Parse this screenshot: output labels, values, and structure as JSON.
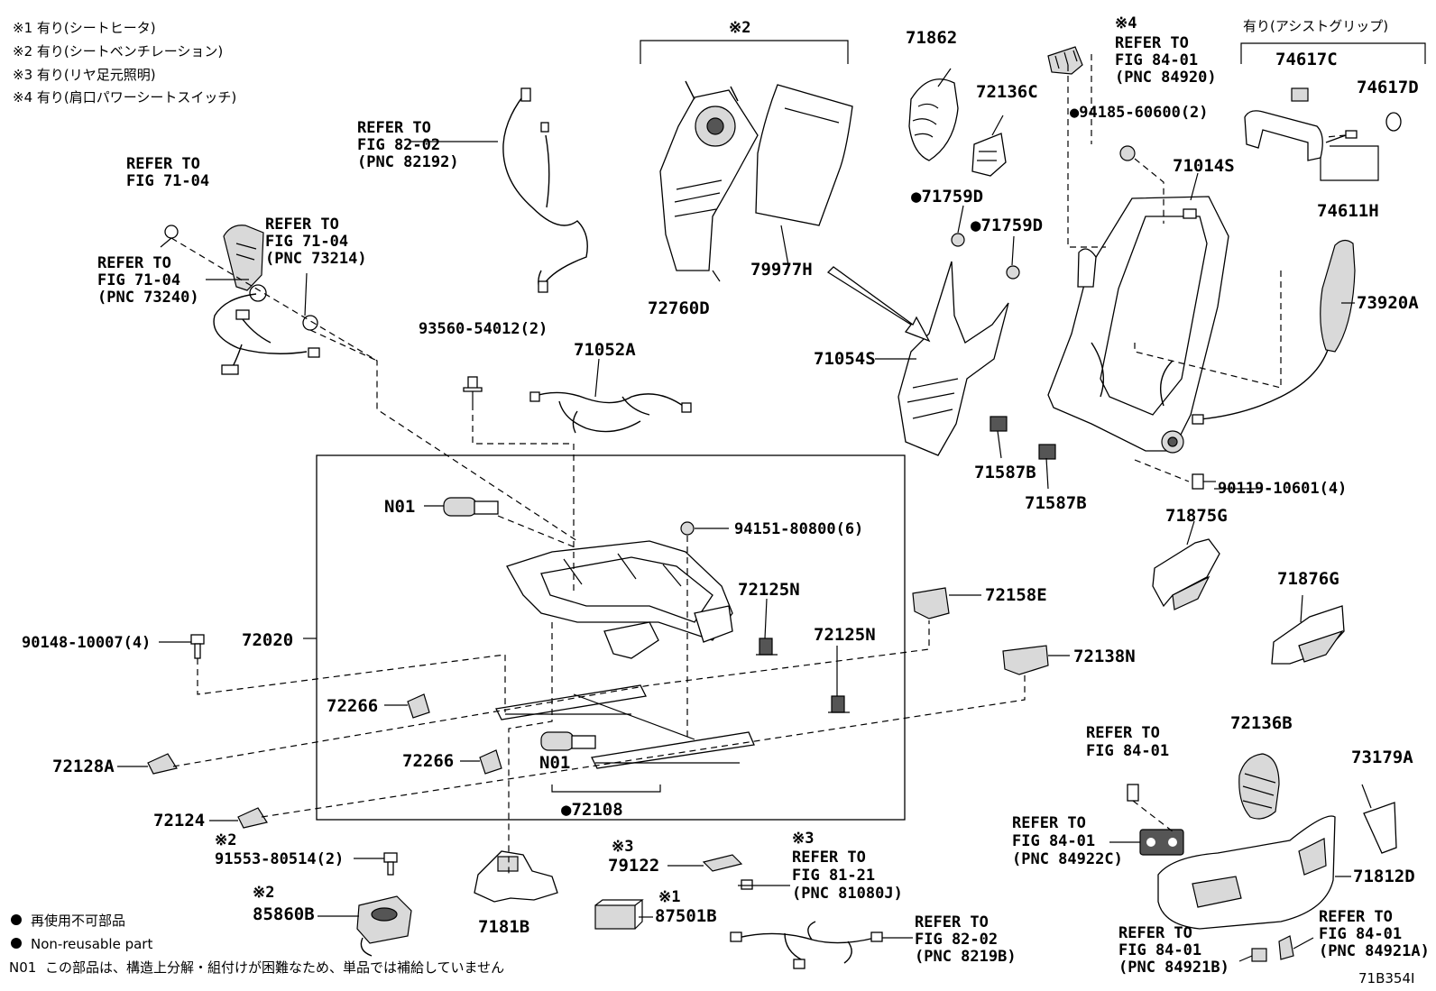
{
  "notes": {
    "n1": "※1  有り(シートヒータ)",
    "n2": "※2  有り(シートベンチレーション)",
    "n3": "※3  有り(リヤ足元照明)",
    "n4": "※4  有り(肩口パワーシートスイッチ)"
  },
  "legend": {
    "nonreusable_jp": "再使用不可部品",
    "nonreusable_en": "Non-reusable part",
    "n01_code": "N01",
    "n01_text": "この部品は、構造上分解・組付けが困難なため、単品では補給していません"
  },
  "figure_code": "71B354I",
  "assist_grip_note": "有り(アシストグリップ)",
  "mark_x2": "※2",
  "mark_x4": "※4",
  "refs": {
    "r82_02a": [
      "REFER TO",
      "FIG 82-02",
      "(PNC 82192)"
    ],
    "r71_04a": [
      "REFER TO",
      "FIG 71-04"
    ],
    "r71_04b": [
      "REFER TO",
      "FIG 71-04",
      "(PNC 73214)"
    ],
    "r71_04c": [
      "REFER TO",
      "FIG 71-04",
      "(PNC 73240)"
    ],
    "r84_01a": [
      "REFER TO",
      "FIG 84-01",
      "(PNC 84920)"
    ],
    "r84_01b": [
      "REFER TO",
      "FIG 84-01"
    ],
    "r84_01c": [
      "REFER TO",
      "FIG 84-01",
      "(PNC 84922C)"
    ],
    "r84_01d": [
      "REFER TO",
      "FIG 84-01",
      "(PNC 84921B)"
    ],
    "r84_01e": [
      "REFER TO",
      "FIG 84-01",
      "(PNC 84921A)"
    ],
    "r81_21": [
      "REFER TO",
      "FIG 81-21",
      "(PNC 81080J)"
    ],
    "r82_02b": [
      "REFER TO",
      "FIG 82-02",
      "(PNC 8219B)"
    ]
  },
  "parts": {
    "p71862": "71862",
    "p72136C": "72136C",
    "p94185": "●94185-60600(2)",
    "p74617C": "74617C",
    "p74617D": "74617D",
    "p71014S": "71014S",
    "p74611H": "74611H",
    "p73920A": "73920A",
    "p71759D_a": "●71759D",
    "p71759D_b": "●71759D",
    "p72760D": "72760D",
    "p79977H": "79977H",
    "p71054S": "71054S",
    "p93560": "93560-54012(2)",
    "p71052A": "71052A",
    "p71587B_a": "71587B",
    "p71587B_b": "71587B",
    "p90119": "90119-10601(4)",
    "p71875G": "71875G",
    "p71876G": "71876G",
    "pN01a": "N01",
    "pN01b": "N01",
    "p94151": "94151-80800(6)",
    "p72125N_a": "72125N",
    "p72125N_b": "72125N",
    "p72158E": "72158E",
    "p90148": "90148-10007(4)",
    "p72020": "72020",
    "p72138N": "72138N",
    "p72266_a": "72266",
    "p72266_b": "72266",
    "p72128A": "72128A",
    "p72124": "72124",
    "p72108": "●72108",
    "p91553": "91553-80514(2)",
    "p85860B": "85860B",
    "p7181B": "7181B",
    "p79122": "79122",
    "p87501B": "87501B",
    "p72136B": "72136B",
    "p73179A": "73179A",
    "p71812D": "71812D",
    "x2a": "※2",
    "x2b": "※2",
    "x3a": "※3",
    "x3b": "※3",
    "x1": "※1"
  }
}
